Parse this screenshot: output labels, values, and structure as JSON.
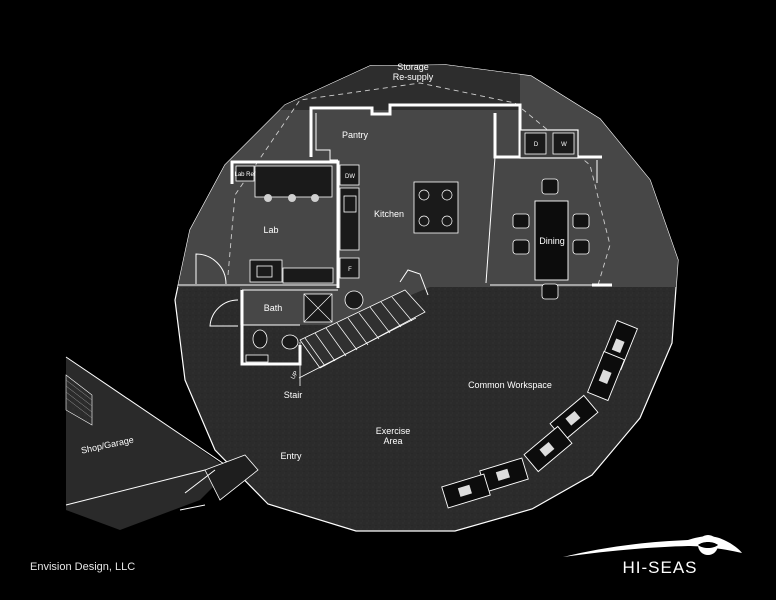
{
  "rooms": {
    "storage_line1": "Storage",
    "storage_line2": "Re-supply",
    "pantry": "Pantry",
    "kitchen": "Kitchen",
    "lab": "Lab",
    "lab_ref": "Lab Ref",
    "dishwasher": "DW",
    "fridge": "F",
    "washer_d": "D",
    "washer_w": "W",
    "dining": "Dining",
    "bath": "Bath",
    "stair": "Stair",
    "common_workspace": "Common Workspace",
    "exercise_line1": "Exercise",
    "exercise_line2": "Area",
    "entry": "Entry",
    "shop_garage": "Shop/Garage",
    "up": "UP"
  },
  "footer": {
    "credit": "Envision Design, LLC",
    "logo_text": "HI-SEAS"
  },
  "colors": {
    "background": "#000000",
    "ground_floor": "#2c2c2c",
    "upper_rooms": "#474747",
    "lines": "#ffffff"
  },
  "icons": [
    "dining-chair-icon",
    "workstation-desk-icon",
    "sink-icon",
    "toilet-icon",
    "shower-icon",
    "door-swing-icon",
    "hi-seas-logo-icon"
  ]
}
